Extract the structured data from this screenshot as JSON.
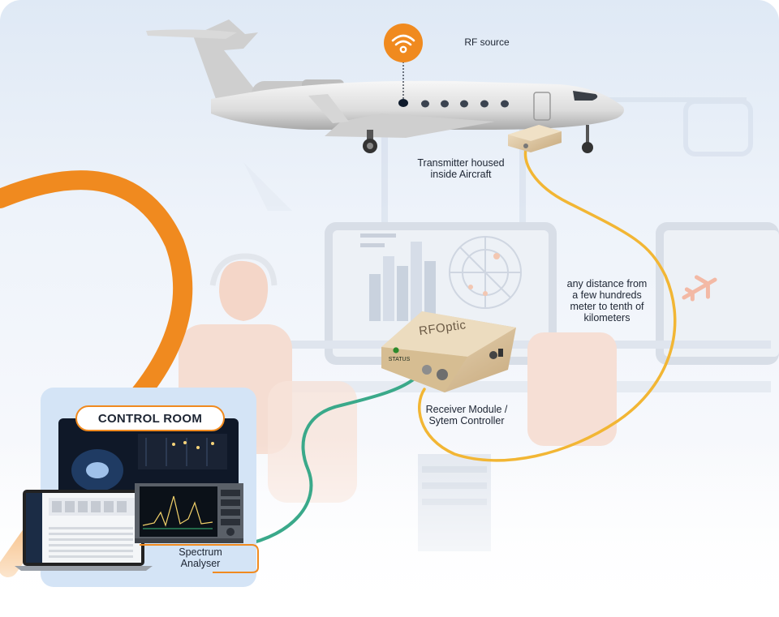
{
  "labels": {
    "rf_source": "RF source",
    "transmitter": [
      "Transmitter housed",
      "inside Aircraft"
    ],
    "distance": [
      "any distance from",
      "a few hundreds",
      "meter to tenth of",
      "kilometers"
    ],
    "receiver": [
      "Receiver Module /",
      "Sytem Controller"
    ],
    "analyser": [
      "Spectrum",
      "Analyser"
    ],
    "control_room": "CONTROL ROOM",
    "status": "STATUS",
    "brand": "RFOptic"
  },
  "icons": {
    "rf_source": "wifi-icon",
    "plane_screen": "airplane-icon"
  },
  "colors": {
    "accent_orange": "#f08a1f",
    "fiber_yellow": "#f2b634",
    "cable_green": "#3aa98a",
    "control_room_bg": "#d4e4f6",
    "device_gold": "#d9c3a0"
  }
}
